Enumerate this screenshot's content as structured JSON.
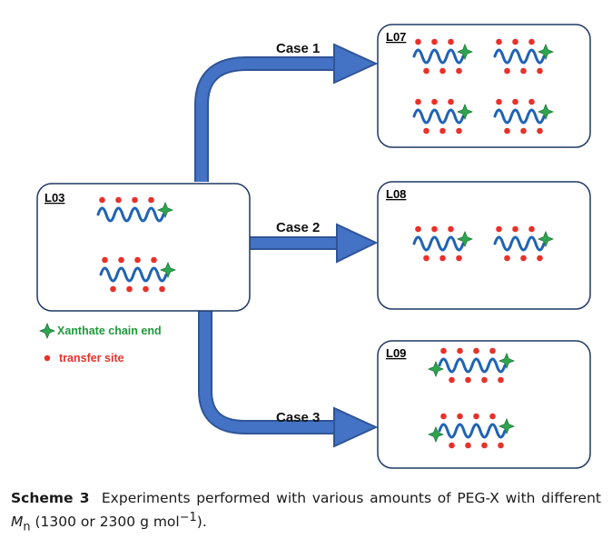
{
  "boxes": {
    "l03": "L03",
    "l07": "L07",
    "l08": "L08",
    "l09": "L09"
  },
  "cases": {
    "case1": "Case 1",
    "case2": "Case 2",
    "case3": "Case 3"
  },
  "legend": {
    "xanthate": "Xanthate chain end",
    "transfer": "transfer site"
  },
  "colors": {
    "arrow": "#4472c4",
    "arrow_edge": "#2f5597",
    "chain": "#1f63b5",
    "star": "#2ea44f",
    "dot": "#e8312a",
    "box_stroke": "#1f3864"
  },
  "caption": {
    "label": "Scheme 3",
    "text_before": "Experiments performed with various amounts of PEG-X with different ",
    "mn_main": "M",
    "mn_sub": "n",
    "text_mid": " (1300 or 2300 g mol",
    "sup": "−1",
    "text_end": ")."
  }
}
